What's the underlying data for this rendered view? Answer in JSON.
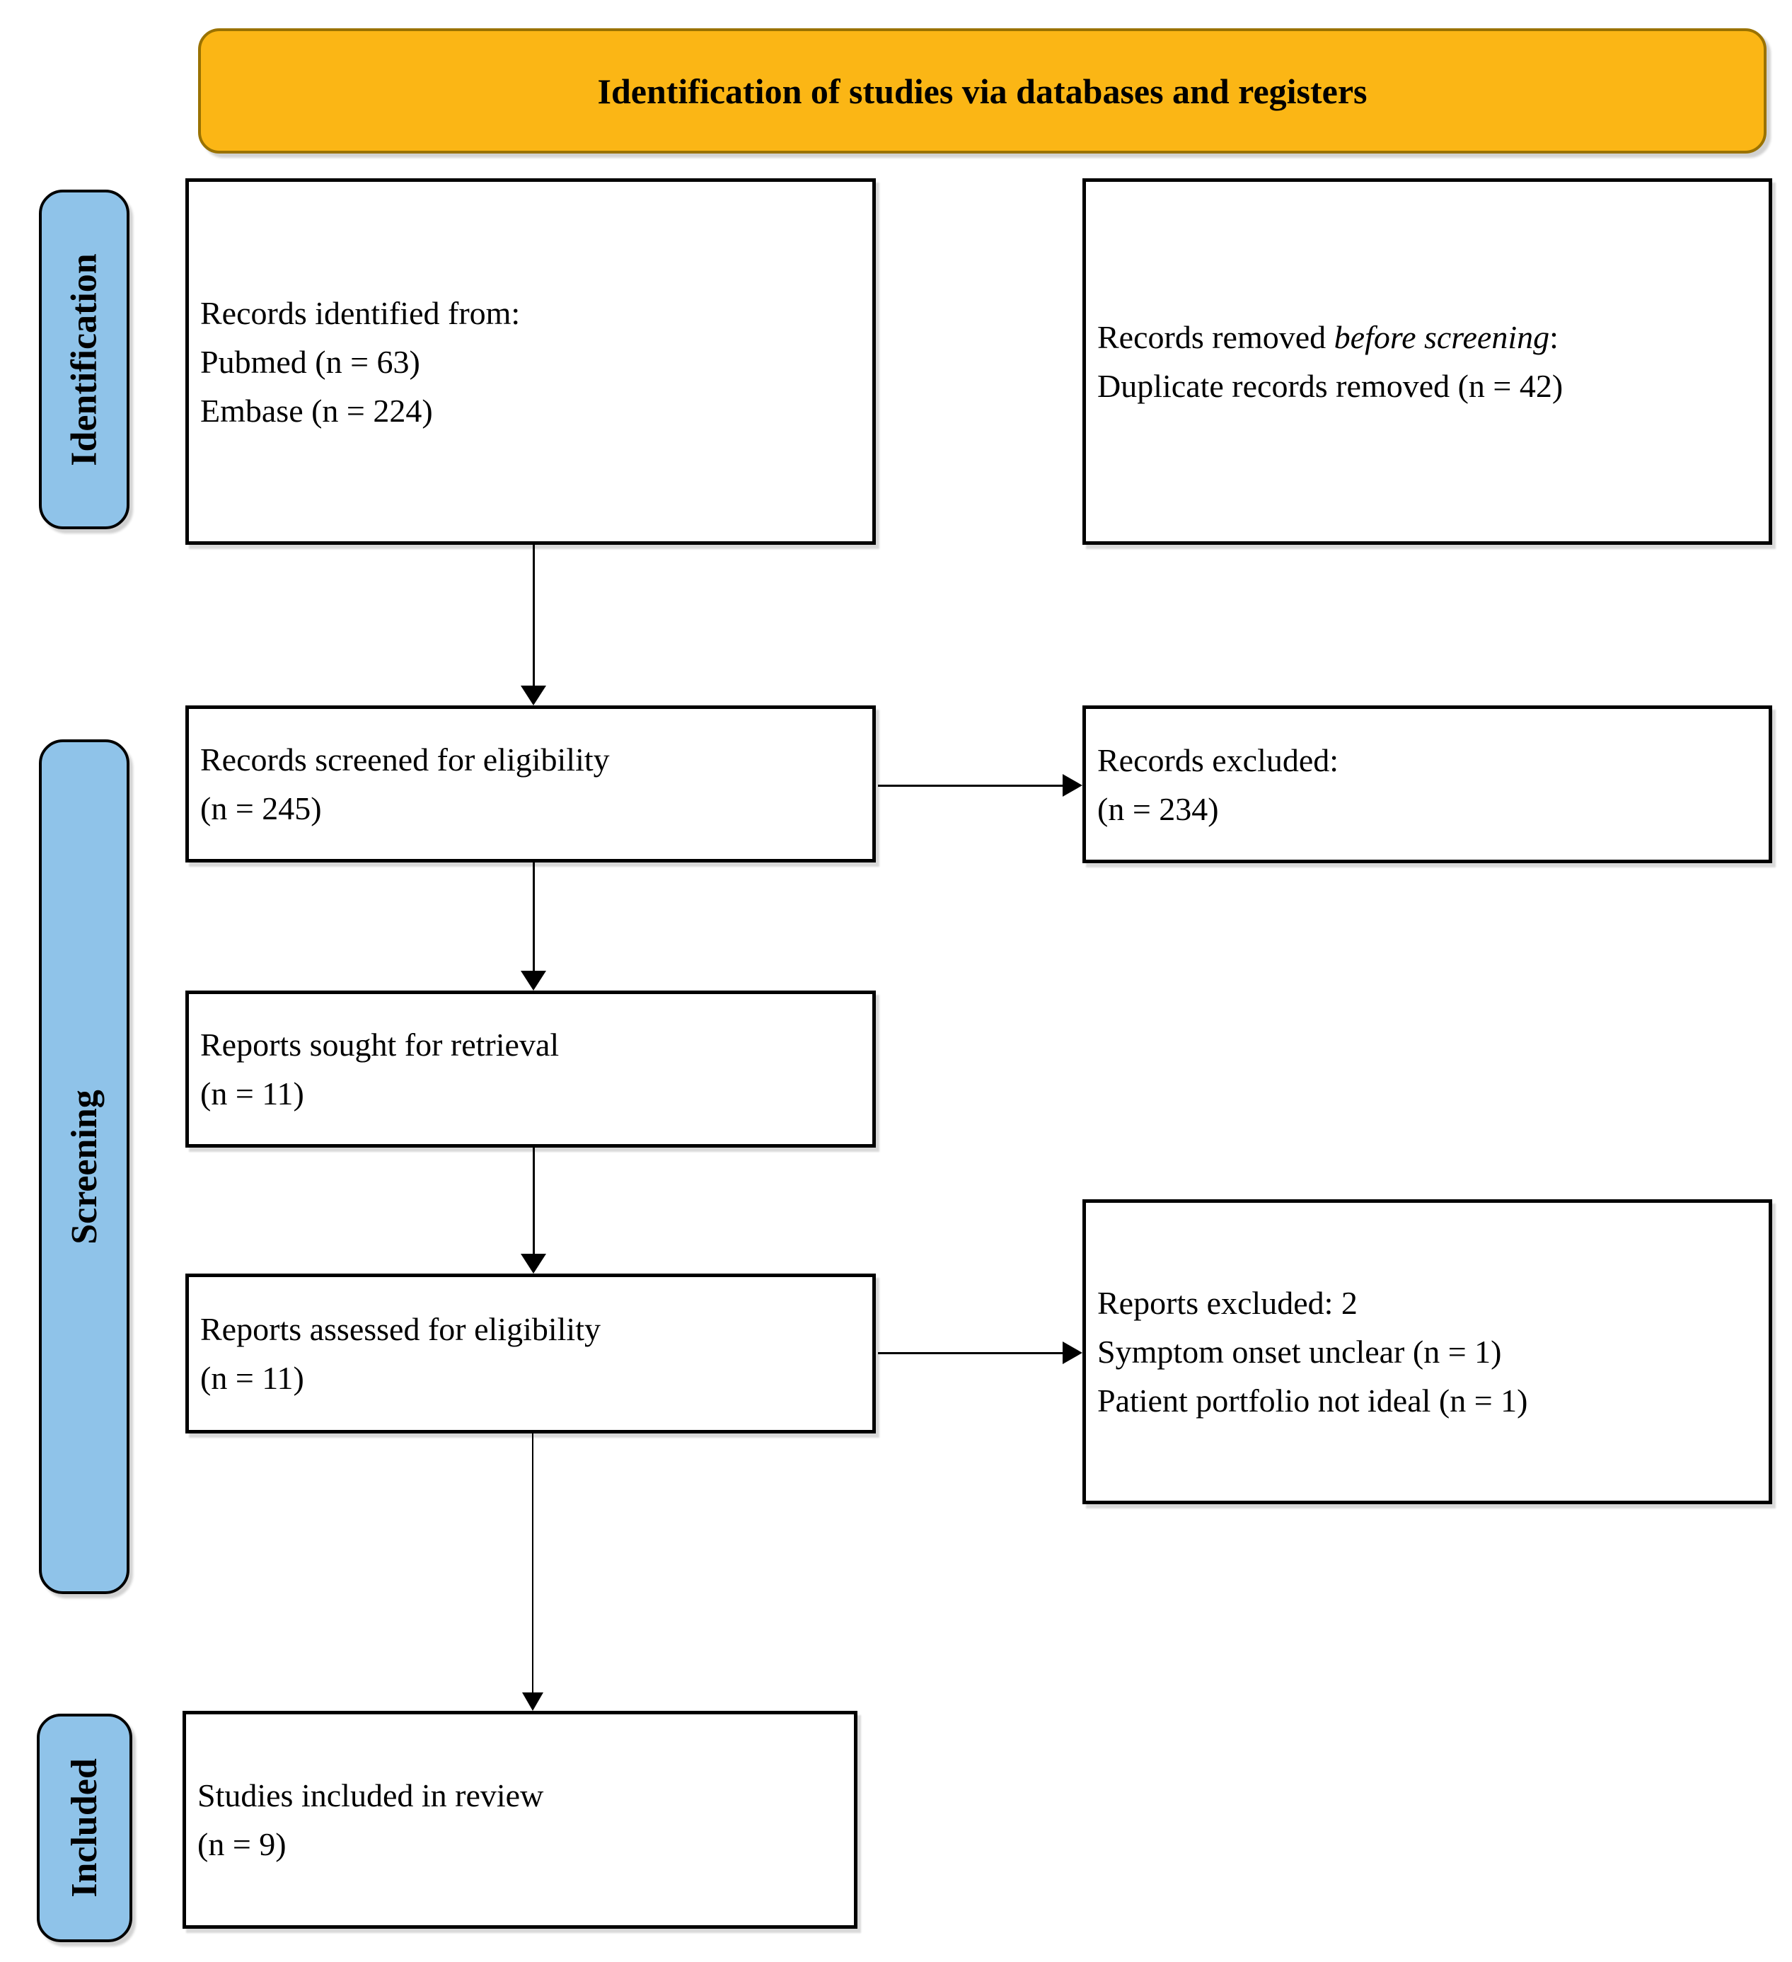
{
  "colors": {
    "banner_bg": "#FBB615",
    "banner_border": "#9A7200",
    "stage_bg": "#8FC3E9",
    "stage_border": "#000000",
    "box_border": "#000000",
    "arrow": "#000000",
    "text": "#000000"
  },
  "banner": {
    "title": "Identification of studies via databases and registers"
  },
  "stages": [
    {
      "label": "Identification"
    },
    {
      "label": "Screening"
    },
    {
      "label": "Included"
    }
  ],
  "flow": {
    "records_identified": {
      "lines": [
        "Records identified from:",
        "Pubmed (n = 63)",
        "Embase (n = 224)"
      ]
    },
    "records_removed": {
      "line1_prefix": "Records removed ",
      "line1_italic": "before screening",
      "line1_suffix": ":",
      "line2": "Duplicate records removed  (n = 42)"
    },
    "records_screened": {
      "lines": [
        "Records screened for eligibility",
        "(n = 245)"
      ]
    },
    "records_excluded": {
      "lines": [
        "Records excluded:",
        "(n = 234)"
      ]
    },
    "reports_sought": {
      "lines": [
        "Reports sought for retrieval",
        "(n = 11)"
      ]
    },
    "reports_assessed": {
      "lines": [
        "Reports assessed for eligibility",
        "(n = 11)"
      ]
    },
    "reports_excluded": {
      "lines": [
        "Reports excluded: 2",
        "Symptom onset unclear (n = 1)",
        "Patient portfolio not ideal (n = 1)"
      ]
    },
    "studies_included": {
      "lines": [
        "Studies included in review",
        "(n = 9)"
      ]
    }
  }
}
